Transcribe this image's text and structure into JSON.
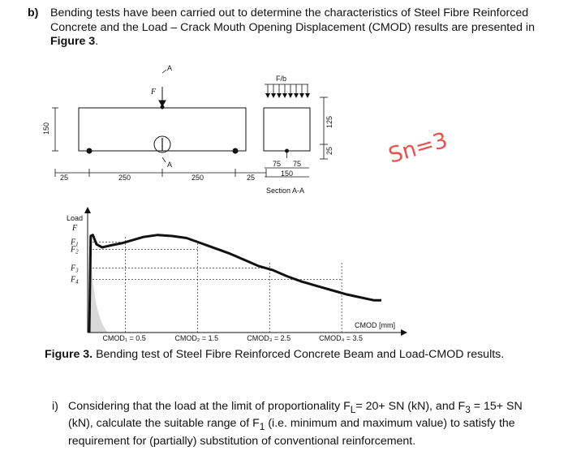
{
  "intro": {
    "tag": "b)",
    "text_1": "Bending tests have been carried out to determine the characteristics of Steel Fibre Reinforced Concrete and the Load – Crack Mouth Opening Displacement (CMOD) results are presented in ",
    "figure_ref": "Figure 3",
    "text_2": "."
  },
  "beam_diagram": {
    "load_label": "F",
    "section_marker": "A",
    "height_dim": "150",
    "span_dims": [
      "25",
      "250",
      "250",
      "25"
    ],
    "distributed_load_label": "F/b",
    "section_width_dims": [
      "75",
      "75"
    ],
    "section_total_width": "150",
    "section_height_dim": "125",
    "notch_dim": "25",
    "section_title": "Section A-A"
  },
  "handwritten_note": "Sn=3",
  "chart_data": {
    "type": "line",
    "ylabel_line1": "Load",
    "ylabel_line2": "F",
    "xlabel": "CMOD [mm]",
    "force_levels": [
      "F1",
      "F2",
      "F3",
      "F4"
    ],
    "cmod_markers": [
      {
        "name": "CMOD1",
        "value": 0.5
      },
      {
        "name": "CMOD2",
        "value": 1.5
      },
      {
        "name": "CMOD3",
        "value": 2.5
      },
      {
        "name": "CMOD4",
        "value": 3.5
      }
    ],
    "marker_labels": [
      "CMOD₁ = 0.5",
      "CMOD₂ = 1.5",
      "CMOD₃ = 2.5",
      "CMOD₄ = 3.5"
    ],
    "xlim": [
      0,
      4.2
    ],
    "series": [
      {
        "x": [
          0,
          0.02,
          0.05,
          0.1,
          0.18,
          0.3,
          0.45,
          0.6,
          0.75,
          0.95,
          1.15,
          1.35,
          1.55,
          1.75,
          1.95,
          2.15,
          2.35,
          2.55,
          2.75,
          2.95,
          3.15,
          3.35,
          3.55,
          3.75,
          3.95,
          4.05
        ],
        "y": [
          0,
          0.93,
          0.94,
          0.85,
          0.82,
          0.84,
          0.86,
          0.89,
          0.92,
          0.94,
          0.93,
          0.91,
          0.86,
          0.81,
          0.76,
          0.7,
          0.64,
          0.6,
          0.54,
          0.49,
          0.45,
          0.41,
          0.37,
          0.34,
          0.31,
          0.31
        ]
      }
    ],
    "force_values": [
      0.87,
      0.8,
      0.62,
      0.51
    ]
  },
  "caption": {
    "label": "Figure 3.",
    "text": " Bending test of Steel Fibre Reinforced Concrete Beam and Load-CMOD results."
  },
  "question": {
    "roman": "i)",
    "t1": "Considering that the load at the limit of proportionality F",
    "s1": "L",
    "t2": "= 20+ SN (kN), and F",
    "s2": "3",
    "t3": " = 15+ SN (kN), calculate the suitable range of F",
    "s3": "1",
    "t4": " (i.e. minimum and maximum value) to satisfy the requirement for (partially) substitution of conventional reinforcement."
  },
  "colors": {
    "ink": "#111111",
    "hand": "#e8534d",
    "shade": "#d9d9d9"
  }
}
